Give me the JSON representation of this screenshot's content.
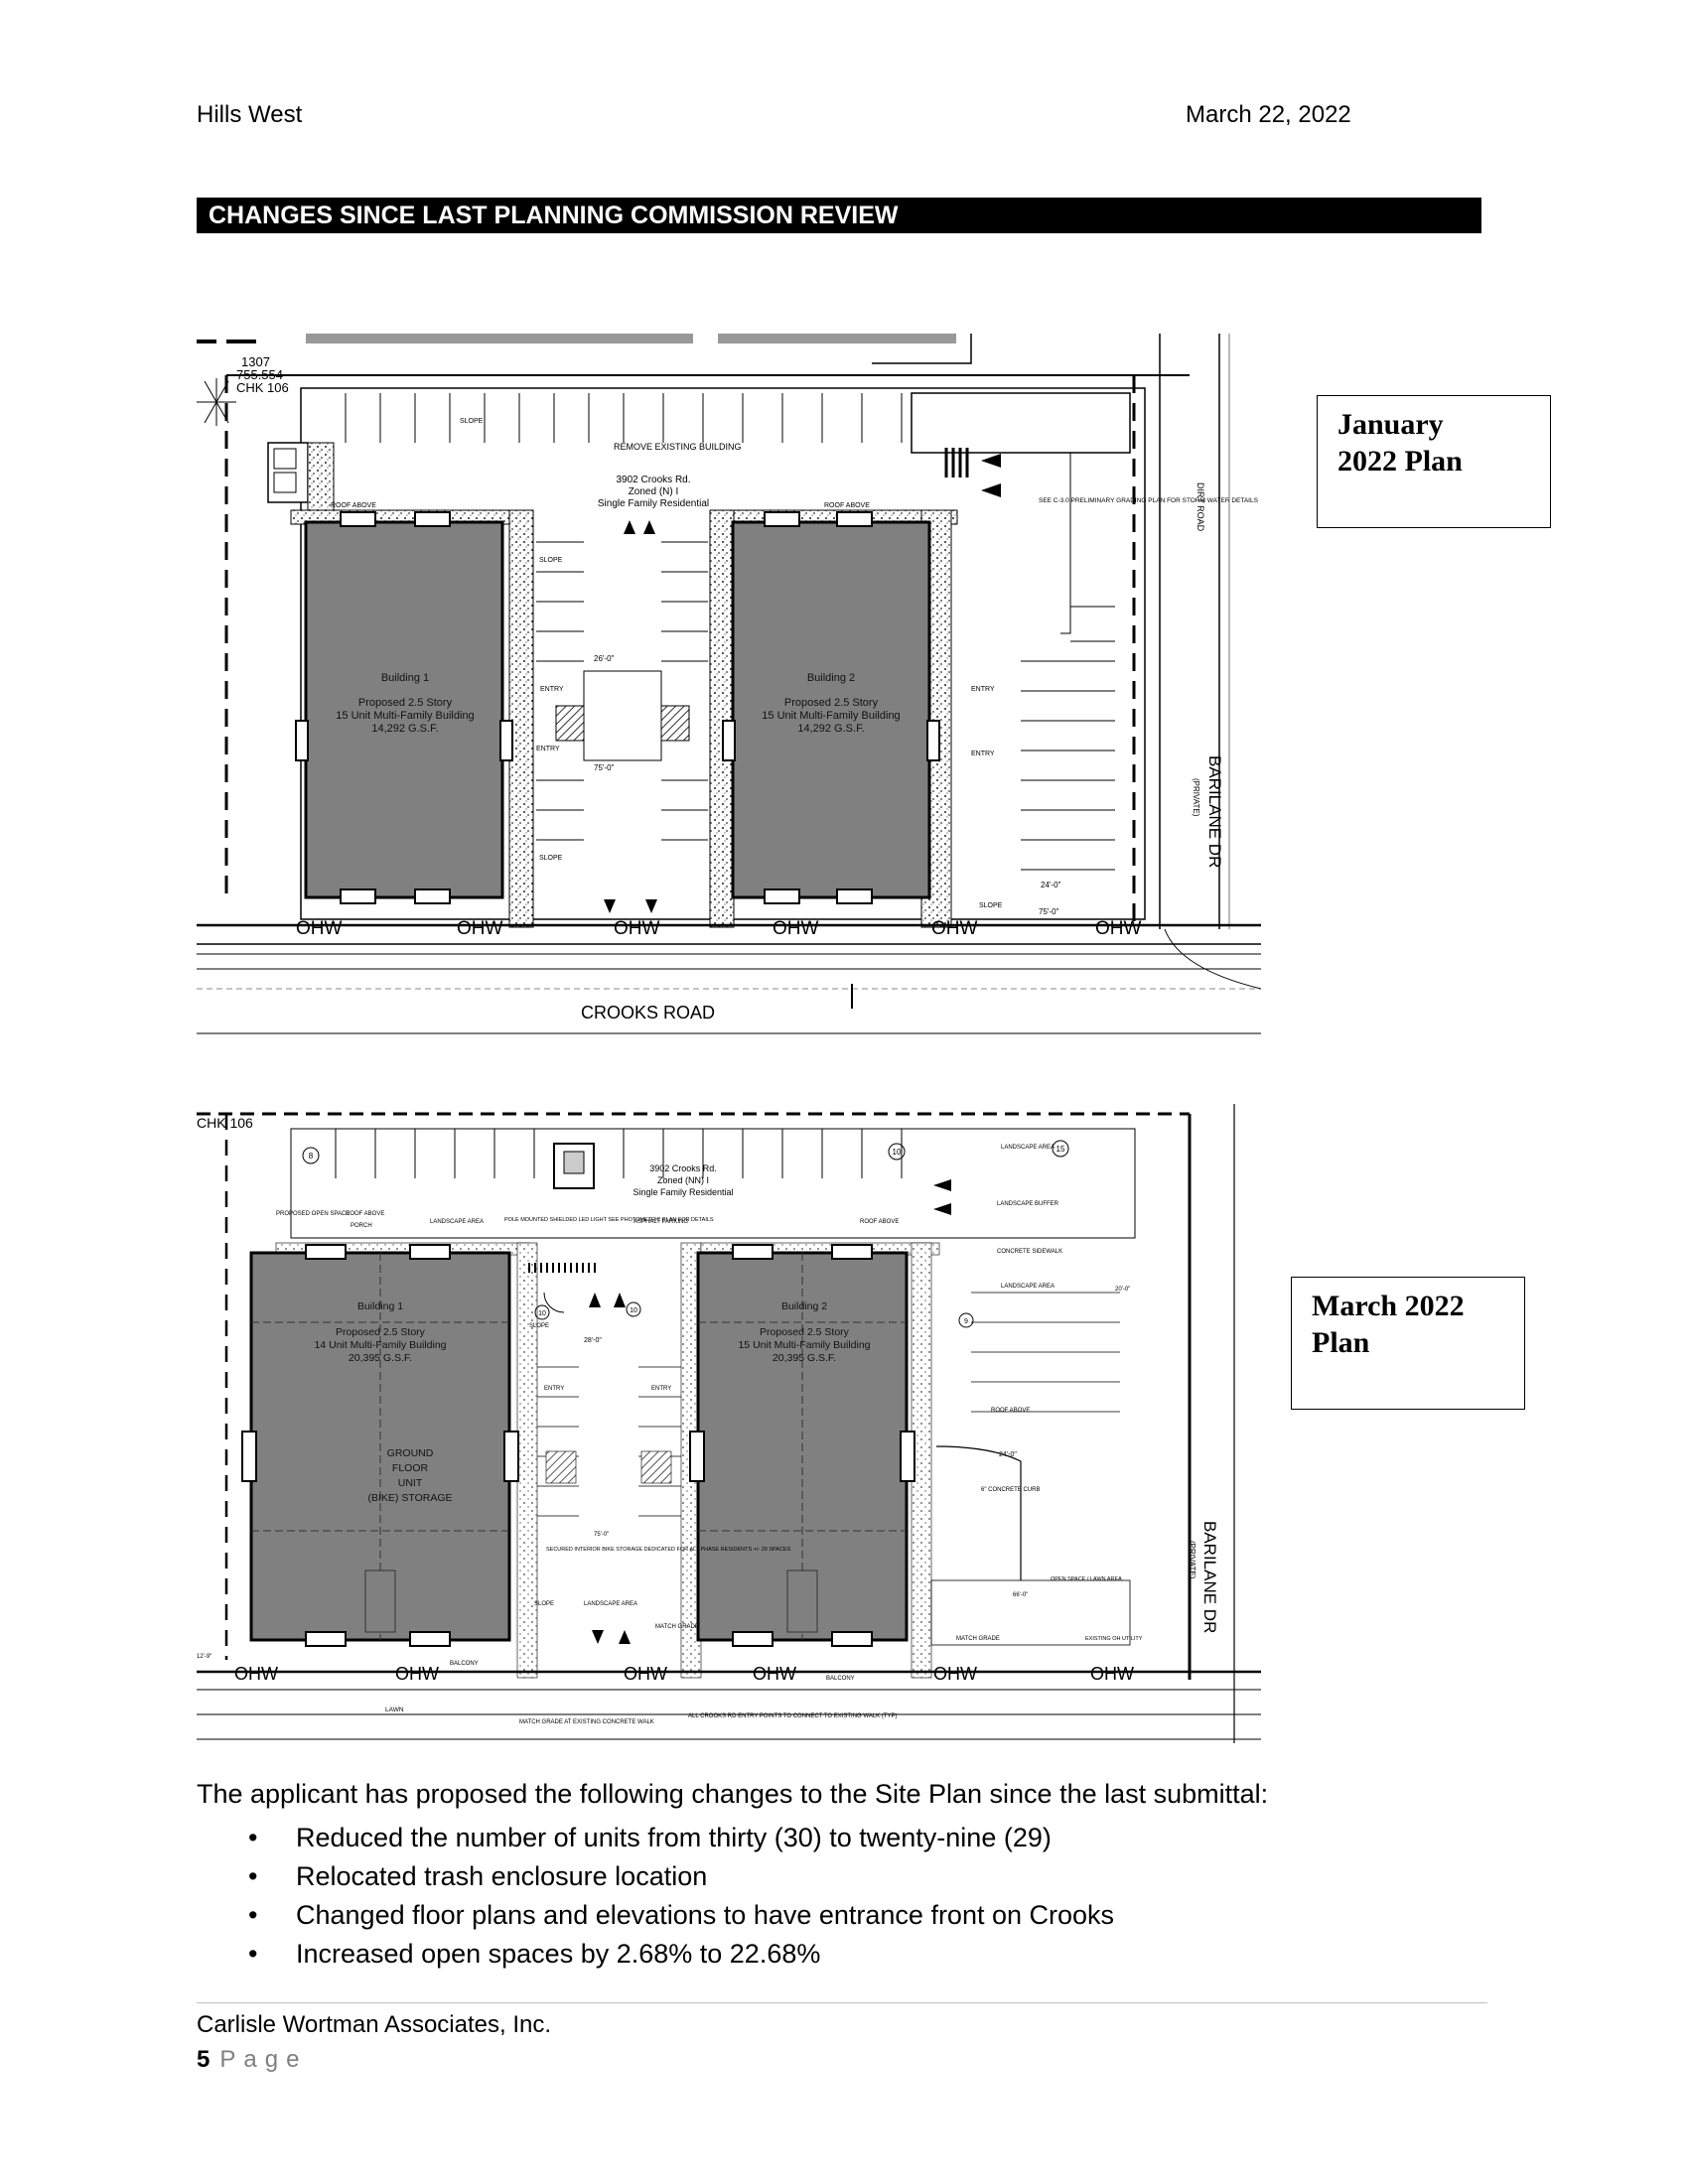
{
  "header": {
    "project": "Hills West",
    "date": "March 22, 2022"
  },
  "section_title": "CHANGES SINCE LAST PLANNING COMMISSION REVIEW",
  "plan_january": {
    "label_line1": "January",
    "label_line2": "2022 Plan",
    "parcel": [
      "1307",
      "755.554",
      "CHK 106"
    ],
    "site_info": [
      "3902 Crooks Rd.",
      "Zoned (N) I",
      "Single Family Residential"
    ],
    "building1": [
      "Building 1",
      "Proposed 2.5 Story",
      "15 Unit Multi-Family Building",
      "14,292 G.S.F."
    ],
    "building2": [
      "Building 2",
      "Proposed 2.5 Story",
      "15 Unit Multi-Family Building",
      "14,292 G.S.F."
    ],
    "road": "CROOKS ROAD",
    "side_street": "BARILANE DR",
    "private_note": "(PRIVATE)",
    "dirt_road": "DIRT ROAD",
    "overhead_wire": "OHW",
    "notes": {
      "roof_above": "ROOF ABOVE",
      "entry": "ENTRY",
      "slope": "SLOPE",
      "remove_building": "REMOVE EXISTING BUILDING",
      "grading_note": "SEE C-3.0 PRELIMINARY GRADING PLAN FOR STORM WATER DETAILS",
      "dim_center": "26'-0\"",
      "dim_center2": "75'-0\"",
      "dim_right": "24'-0\"",
      "dim_right2": "75'-0\""
    }
  },
  "plan_march": {
    "label_line1": "March 2022",
    "label_line2": "Plan",
    "parcel": "CHK 106",
    "site_info": [
      "3902 Crooks Rd.",
      "Zoned (NN) I",
      "Single Family Residential"
    ],
    "building1": [
      "Building 1",
      "Proposed 2.5 Story",
      "14 Unit Multi-Family Building",
      "20,395 G.S.F."
    ],
    "building2": [
      "Building 2",
      "Proposed 2.5 Story",
      "15 Unit Multi-Family Building",
      "20,395 G.S.F."
    ],
    "ground_floor": [
      "GROUND",
      "FLOOR",
      "UNIT",
      "(BIKE) STORAGE"
    ],
    "side_street": "BARILANE DR",
    "private_note": "(PRIVATE)",
    "overhead_wire": "OHW",
    "notes": {
      "proposed_open_space": "PROPOSED OPEN SPACE",
      "roof_above": "ROOF ABOVE",
      "porch": "PORCH",
      "landscape_area": "LANDSCAPE AREA",
      "lighting": "POLE MOUNTED SHIELDED LED LIGHT SEE PHOTOMETRIC PLAN FOR DETAILS",
      "asphalt_parking": "ASPHALT PARKING",
      "landscape_buffer": "LANDSCAPE BUFFER",
      "concrete_sidewalk": "CONCRETE SIDEWALK",
      "concrete_curb": "6\" CONCRETE CURB",
      "bike_storage": "SECURED INTERIOR BIKE STORAGE DEDICATED FOR ALL PHASE RESIDENTS +/- 20 SPACES",
      "open_space_lawn": "OPEN SPACE / LAWN AREA",
      "match_grade": "MATCH GRADE",
      "existing_utility": "EXISTING OH UTILITY",
      "balcony": "BALCONY",
      "lawn": "LAWN",
      "match_grade_walk": "MATCH GRADE AT EXISTING CONCRETE WALK",
      "entry_points": "ALL CROOKS RD ENTRY POINTS TO CONNECT TO EXISTING WALK (TYP)",
      "entry": "ENTRY",
      "slope": "SLOPE",
      "dim_center": "28'-0\"",
      "dim_center2": "75'-0\"",
      "dim_right": "24'-0\"",
      "dim_right2": "66'-0\"",
      "dim_far": "20'-0\"",
      "dim_left": "12'-9\"",
      "stall_10": "10",
      "stall_15": "15",
      "stall_9": "9",
      "stall_8": "8"
    }
  },
  "intro_text": "The applicant has proposed the following changes to the Site Plan since the last submittal:",
  "changes": [
    "Reduced the number of units from thirty (30) to twenty-nine (29)",
    "Relocated trash enclosure location",
    "Changed floor plans and elevations to have entrance front on Crooks",
    "Increased open spaces by 2.68% to 22.68%"
  ],
  "bullet_glyph": "•",
  "footer": {
    "company": "Carlisle Wortman Associates, Inc.",
    "page_number": "5",
    "page_word": "Page"
  }
}
